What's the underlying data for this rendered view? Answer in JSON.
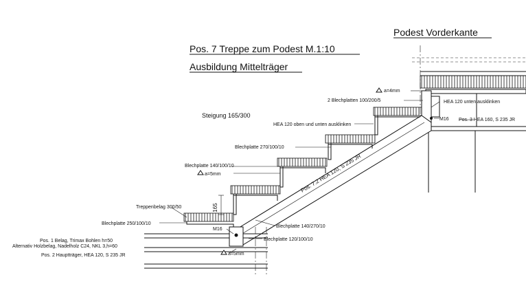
{
  "header": {
    "title_line1": "Pos. 7 Treppe zum Podest M.1:10",
    "title_line2": "Ausbildung Mittelträger",
    "podest": "Podest Vorderkante"
  },
  "annotations": {
    "steigung": "Steigung 165/300",
    "weld_top": "a=4mm",
    "blechplatten_2": "2 Blechplatten 100/200/5",
    "hea120_unten": "HEA 120 unten ausklinken",
    "m16_top": "M16",
    "pos3": "Pos. 3 HEA 160, S 235 JR",
    "hea120_oben_unten": "HEA 120 oben und unten ausklinken",
    "blechplatte_270": "Blechplatte 270/100/10",
    "blechplatte_140_100": "Blechplatte 140/100/10",
    "weld_5mm": "a=5mm",
    "pos7": "Pos. 7.2 HEA 120, S 235 JR",
    "treppenbelag": "Treppenbelag 300/50",
    "dim_165": "165",
    "blechplatte_250": "Blechplatte 250/100/10",
    "m16_bottom": "M16",
    "blechplatte_140_270": "Blechplatte 140/270/10",
    "pos1": "Pos. 1 Belag, Trimax Bohlen h=50",
    "alternativ": "Alternativ Holzbelag, Nadelholz C24, NKL 3,h=60",
    "blechplatte_120": "Blechplatte 120/100/10",
    "pos2": "Pos. 2 Hauptträger, HEA 120, S 235 JR",
    "weld_bottom": "a=5mm"
  }
}
